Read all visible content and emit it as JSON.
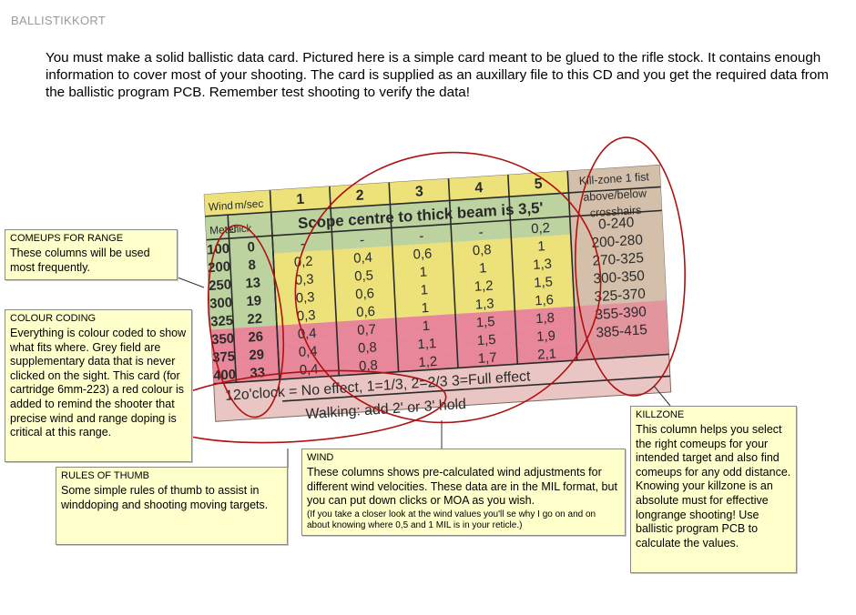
{
  "header": "BALLISTIKKORT",
  "intro": "You must make a solid ballistic data card. Pictured here is a simple card meant to be glued to the rifle stock. It contains enough information to cover most of your shooting. The card is supplied as an auxillary file to this CD and you get the required data from the ballistic program PCB. Remember test shooting to verify the data!",
  "card": {
    "wind_label": "Wind",
    "msec_label": "m/sec",
    "wind_columns": [
      "1",
      "2",
      "3",
      "4",
      "5"
    ],
    "meter_label": "Meter",
    "click_label": "Click",
    "scope_note": "Scope centre to thick beam is 3,5'",
    "killzone_head": [
      "Kill-zone 1 fist",
      "above/below",
      "crosshairs"
    ],
    "rows": [
      {
        "meter": "100",
        "click": "0",
        "wind": [
          "-",
          "-",
          "-",
          "-",
          "0,2"
        ],
        "kill": "0-240",
        "color": "green"
      },
      {
        "meter": "200",
        "click": "8",
        "wind": [
          "0,2",
          "0,4",
          "0,6",
          "0,8",
          "1"
        ],
        "kill": "200-280",
        "color": "yellow"
      },
      {
        "meter": "250",
        "click": "13",
        "wind": [
          "0,3",
          "0,5",
          "1",
          "1",
          "1,3"
        ],
        "kill": "270-325",
        "color": "yellow"
      },
      {
        "meter": "300",
        "click": "19",
        "wind": [
          "0,3",
          "0,6",
          "1",
          "1,2",
          "1,5"
        ],
        "kill": "300-350",
        "color": "yellow"
      },
      {
        "meter": "325",
        "click": "22",
        "wind": [
          "0,3",
          "0,6",
          "1",
          "1,3",
          "1,6"
        ],
        "kill": "325-370",
        "color": "yellow"
      },
      {
        "meter": "350",
        "click": "26",
        "wind": [
          "0,4",
          "0,7",
          "1",
          "1,5",
          "1,8"
        ],
        "kill": "355-390",
        "color": "red"
      },
      {
        "meter": "375",
        "click": "29",
        "wind": [
          "0,4",
          "0,8",
          "1,1",
          "1,5",
          "1,9"
        ],
        "kill": "385-415",
        "color": "red"
      },
      {
        "meter": "400",
        "click": "33",
        "wind": [
          "0,4",
          "0,8",
          "1,2",
          "1,7",
          "2,1"
        ],
        "kill": "",
        "color": "red"
      }
    ],
    "rule1": "12o'clock = No effect, 1=1/3, 2=2/3  3=Full effect",
    "rule2": "Walking: add 2' or 3' hold",
    "colors": {
      "green": "#bcd3a0",
      "yellow": "#ede27a",
      "red": "#e8879a",
      "grey": "#d4c0aa",
      "pink": "#e9c6c4",
      "ink": "#2a2a2a",
      "ellipse": "#b01010"
    }
  },
  "callouts": {
    "comeups": {
      "title": "COMEUPS FOR RANGE",
      "body": "These columns will be used most frequently."
    },
    "colour": {
      "title": "COLOUR CODING",
      "body": "Everything is colour coded to show what fits where. Grey field are supplementary data that is never clicked on the sight. This card (for cartridge 6mm-223) a red colour is added to remind the shooter that precise wind and range doping is critical at this range."
    },
    "rules": {
      "title": "RULES OF THUMB",
      "body": "Some simple rules of thumb to assist in winddoping and shooting moving targets."
    },
    "wind": {
      "title": "WIND",
      "body": "These columns shows pre-calculated wind adjustments for different wind velocities. These data are in the MIL format, but you can put down clicks or MOA as you wish.",
      "note": "(If you take a closer look at the wind values you'll se why I go on and on about knowing where 0,5 and 1 MIL is in your reticle.)"
    },
    "killzone": {
      "title": "KILLZONE",
      "body": "This column helps you select the right comeups for your intended target and also find comeups for any odd distance. Knowing your killzone is an absolute must for effective longrange shooting! Use ballistic program PCB to calculate the values."
    }
  }
}
